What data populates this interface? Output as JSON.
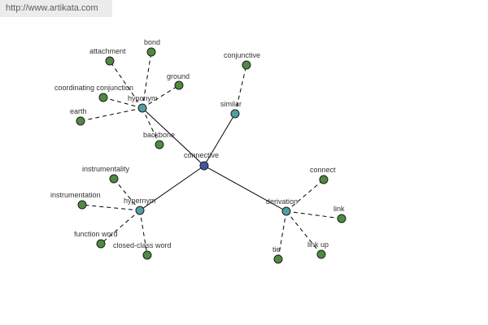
{
  "watermark": "http://www.artikata.com",
  "colors": {
    "center": "#3f56a7",
    "hub": "#4f9ea4",
    "leaf": "#4f8a42"
  },
  "nodes": [
    {
      "id": "connective",
      "label": "connective",
      "kind": "center"
    },
    {
      "id": "hyponym",
      "label": "hyponym",
      "kind": "hub"
    },
    {
      "id": "similar",
      "label": "similar",
      "kind": "hub"
    },
    {
      "id": "hypernym",
      "label": "hypernym",
      "kind": "hub"
    },
    {
      "id": "derivation",
      "label": "derivation",
      "kind": "hub"
    },
    {
      "id": "attachment",
      "label": "attachment",
      "kind": "leaf"
    },
    {
      "id": "bond",
      "label": "bond",
      "kind": "leaf"
    },
    {
      "id": "ground",
      "label": "ground",
      "kind": "leaf"
    },
    {
      "id": "coordinating-conjunction",
      "label": "coordinating conjunction",
      "kind": "leaf"
    },
    {
      "id": "earth",
      "label": "earth",
      "kind": "leaf"
    },
    {
      "id": "backbone",
      "label": "backbone",
      "kind": "leaf"
    },
    {
      "id": "conjunctive",
      "label": "conjunctive",
      "kind": "leaf"
    },
    {
      "id": "instrumentality",
      "label": "instrumentality",
      "kind": "leaf"
    },
    {
      "id": "instrumentation",
      "label": "instrumentation",
      "kind": "leaf"
    },
    {
      "id": "function-word",
      "label": "function word",
      "kind": "leaf"
    },
    {
      "id": "closed-class-word",
      "label": "closed-class word",
      "kind": "leaf"
    },
    {
      "id": "connect",
      "label": "connect",
      "kind": "leaf"
    },
    {
      "id": "link",
      "label": "link",
      "kind": "leaf"
    },
    {
      "id": "link-up",
      "label": "link up",
      "kind": "leaf"
    },
    {
      "id": "tie",
      "label": "tie",
      "kind": "leaf"
    }
  ],
  "edges": [
    {
      "from": "connective",
      "to": "hyponym",
      "style": "solid"
    },
    {
      "from": "connective",
      "to": "similar",
      "style": "solid"
    },
    {
      "from": "connective",
      "to": "hypernym",
      "style": "solid"
    },
    {
      "from": "connective",
      "to": "derivation",
      "style": "solid"
    },
    {
      "from": "hyponym",
      "to": "attachment",
      "style": "dashed"
    },
    {
      "from": "hyponym",
      "to": "bond",
      "style": "dashed"
    },
    {
      "from": "hyponym",
      "to": "ground",
      "style": "dashed"
    },
    {
      "from": "hyponym",
      "to": "coordinating-conjunction",
      "style": "dashed"
    },
    {
      "from": "hyponym",
      "to": "earth",
      "style": "dashed"
    },
    {
      "from": "hyponym",
      "to": "backbone",
      "style": "dashed"
    },
    {
      "from": "similar",
      "to": "conjunctive",
      "style": "dashed"
    },
    {
      "from": "hypernym",
      "to": "instrumentality",
      "style": "dashed"
    },
    {
      "from": "hypernym",
      "to": "instrumentation",
      "style": "dashed"
    },
    {
      "from": "hypernym",
      "to": "function-word",
      "style": "dashed"
    },
    {
      "from": "hypernym",
      "to": "closed-class-word",
      "style": "dashed"
    },
    {
      "from": "derivation",
      "to": "connect",
      "style": "dashed"
    },
    {
      "from": "derivation",
      "to": "link",
      "style": "dashed"
    },
    {
      "from": "derivation",
      "to": "link-up",
      "style": "dashed"
    },
    {
      "from": "derivation",
      "to": "tie",
      "style": "dashed"
    }
  ]
}
